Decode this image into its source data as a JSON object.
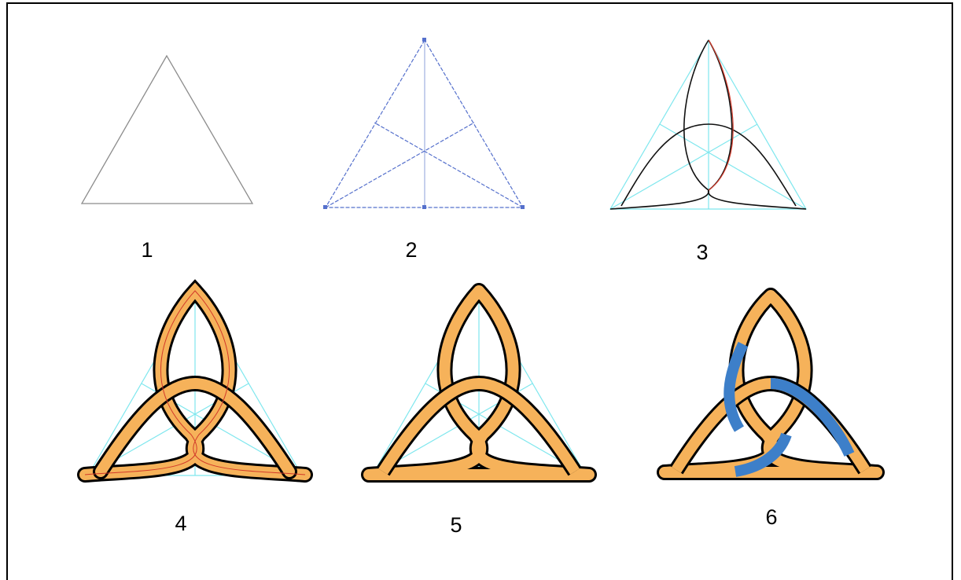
{
  "steps": [
    {
      "label": "1"
    },
    {
      "label": "2"
    },
    {
      "label": "3"
    },
    {
      "label": "4"
    },
    {
      "label": "5"
    },
    {
      "label": "6"
    }
  ],
  "colors": {
    "band_fill": "#f6b25a",
    "band_outline": "#000000",
    "woven_overlay": "#3d7fc9",
    "guide_lines": "#7fe7ee",
    "construction_blue": "#5570cc",
    "plain_triangle": "#8c8c8c",
    "red_trace": "#d23a2a"
  }
}
